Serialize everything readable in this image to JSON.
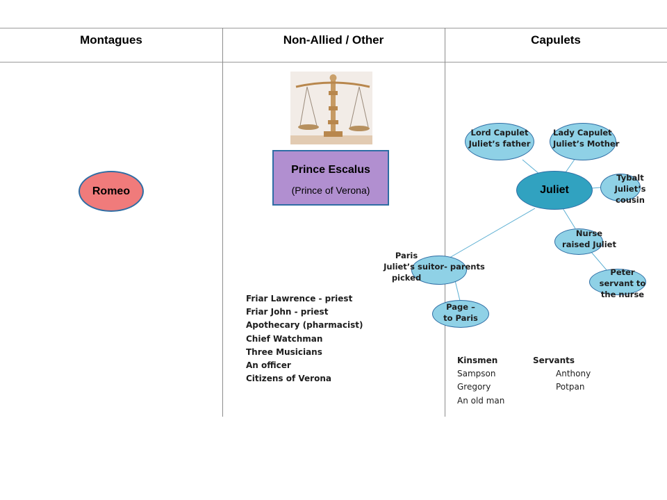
{
  "columns": [
    "Montagues",
    "Non-Allied / Other",
    "Capulets"
  ],
  "montagues": {
    "romeo": "Romeo"
  },
  "prince": {
    "name": "Prince Escalus",
    "subtitle": "(Prince of Verona)"
  },
  "others": [
    "Friar Lawrence - priest",
    "Friar John - priest",
    "Apothecary (pharmacist)",
    "Chief Watchman",
    "Three Musicians",
    "An officer",
    "Citizens of Verona"
  ],
  "capulets": {
    "center": "Juliet",
    "nodes": {
      "lord_capulet": [
        "Lord Capulet",
        "Juliet’s father"
      ],
      "lady_capulet": [
        "Lady Capulet",
        "Juliet’s Mother"
      ],
      "tybalt": [
        "Tybalt",
        "Juliet’s",
        "cousin"
      ],
      "nurse": [
        "Nurse",
        "raised Juliet"
      ],
      "peter": [
        "Peter",
        "servant to",
        "the nurse"
      ],
      "paris": [
        "Paris",
        "Juliet’s suitor- parents",
        "picked"
      ],
      "page": [
        "Page –",
        "to Paris"
      ]
    },
    "kinsmen": {
      "heading": "Kinsmen",
      "items": [
        "Sampson",
        "Gregory",
        "An old man"
      ]
    },
    "servants": {
      "heading": "Servants",
      "items": [
        "Anthony",
        "Potpan"
      ]
    }
  },
  "colors": {
    "romeo_fill": "#f07b7b",
    "juliet_fill": "#31a2c0",
    "node_fill": "#8fd1e6",
    "prince_fill": "#b18fd0",
    "line": "#5aaed2"
  }
}
